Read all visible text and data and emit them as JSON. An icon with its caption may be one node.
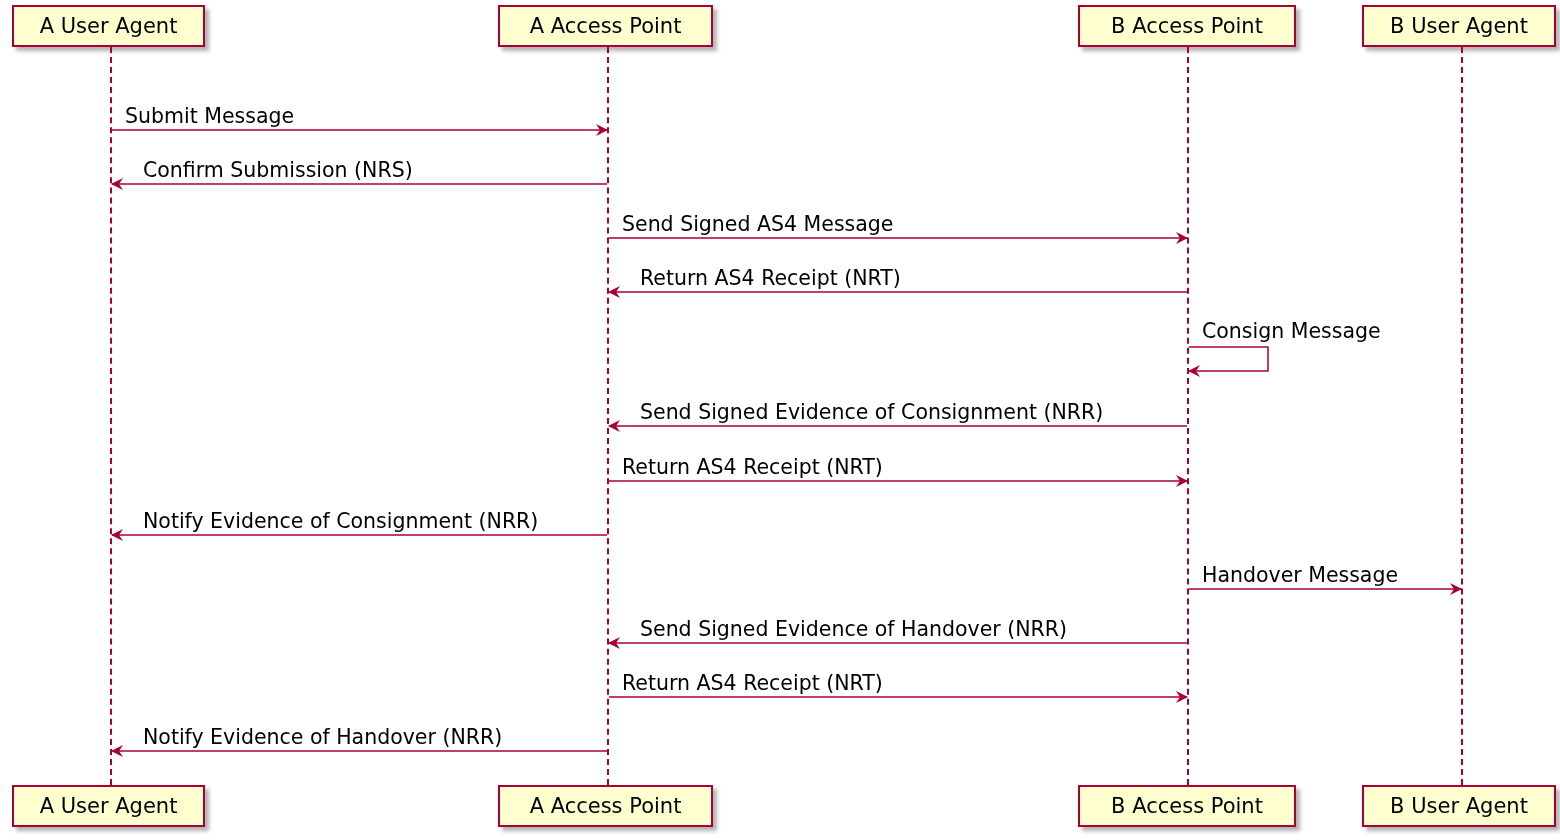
{
  "diagram": {
    "nodes": [
      {
        "text": [
          "A User Agent"
        ]
      },
      {
        "text": [
          "A Access Point"
        ]
      },
      {
        "text": [
          "B Access Point"
        ]
      },
      {
        "text": [
          "B User Agent"
        ]
      },
      {
        "text": [],
        "shape": "line"
      },
      {
        "text": [],
        "shape": "line"
      },
      {
        "text": [],
        "shape": "line"
      },
      {
        "text": [],
        "shape": "line"
      },
      {
        "text": [
          "A User Agent"
        ]
      },
      {
        "text": [
          "A Access Point"
        ]
      },
      {
        "text": [
          "B Access Point"
        ]
      },
      {
        "text": [
          "B User Agent"
        ]
      }
    ],
    "edges": [
      {
        "from": 4,
        "to": 5,
        "arrow": "to",
        "label": "Submit Message"
      },
      {
        "from": 5,
        "to": 4,
        "arrow": "to",
        "label": "Confirm Submission (NRS)"
      },
      {
        "from": 5,
        "to": 6,
        "arrow": "to",
        "label": "Send Signed AS4 Message"
      },
      {
        "from": 6,
        "to": 5,
        "arrow": "to",
        "label": "Return AS4 Receipt (NRT)"
      },
      {
        "from": 6,
        "to": 6,
        "arrow": "to",
        "label": "Consign Message"
      },
      {
        "from": 6,
        "to": 5,
        "arrow": "to",
        "label": "Send Signed Evidence of Consignment (NRR)"
      },
      {
        "from": 5,
        "to": 6,
        "arrow": "to",
        "label": "Return AS4 Receipt (NRT)"
      },
      {
        "from": 5,
        "to": 4,
        "arrow": "to",
        "label": "Notify Evidence of Consignment (NRR)"
      },
      {
        "from": 6,
        "to": 7,
        "arrow": "to",
        "label": "Handover Message"
      },
      {
        "from": 6,
        "to": 5,
        "arrow": "to",
        "label": "Send Signed Evidence of Handover (NRR)"
      },
      {
        "from": 5,
        "to": 6,
        "arrow": "to",
        "label": "Return AS4 Receipt (NRT)"
      },
      {
        "from": 5,
        "to": 4,
        "arrow": "to",
        "label": "Notify Evidence of Handover (NRR)"
      }
    ]
  }
}
